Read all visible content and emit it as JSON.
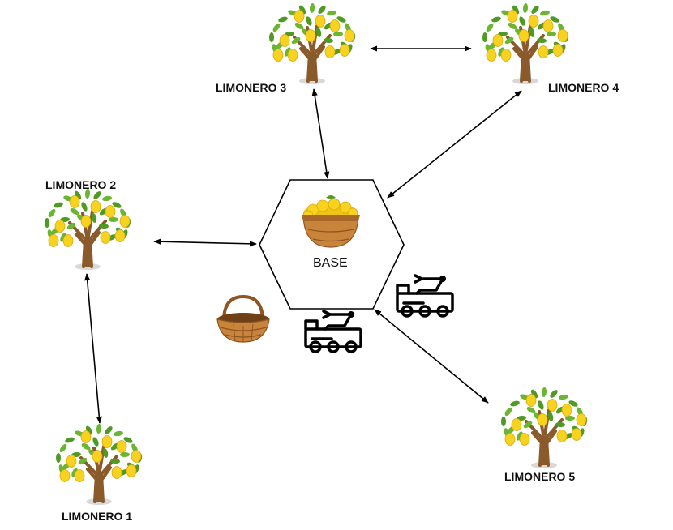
{
  "base": {
    "label": "BASE"
  },
  "trees": [
    {
      "id": "limonero-1",
      "label": "LIMONERO 1"
    },
    {
      "id": "limonero-2",
      "label": "LIMONERO 2"
    },
    {
      "id": "limonero-3",
      "label": "LIMONERO 3"
    },
    {
      "id": "limonero-4",
      "label": "LIMONERO 4"
    },
    {
      "id": "limonero-5",
      "label": "LIMONERO 5"
    }
  ],
  "icons": {
    "tree": "lemon-tree-icon",
    "base_basket": "lemon-basket-icon",
    "empty_basket": "wicker-basket-icon",
    "robot": "robot-cart-icon"
  },
  "colors": {
    "leaf": "#6ab531",
    "leaf_dark": "#4e9a22",
    "lemon": "#f7d21e",
    "trunk": "#8a5a2b",
    "basket": "#c8843a",
    "basket_dark": "#8e5523",
    "line": "#000000"
  }
}
